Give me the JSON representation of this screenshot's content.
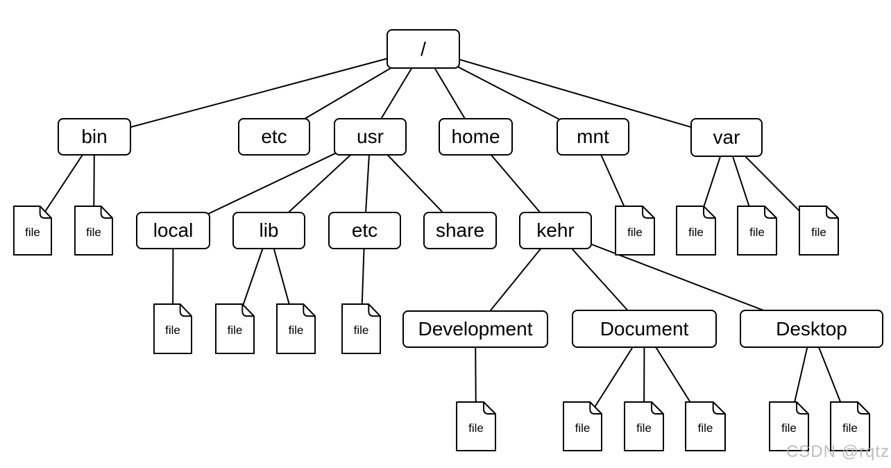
{
  "diagram": {
    "type": "tree",
    "subject": "filesystem-hierarchy",
    "root_label": "/",
    "file_label": "file",
    "watermark": "CSDN @rqtz",
    "colors": {
      "stroke": "#000000",
      "fill": "#ffffff",
      "watermark": "#b2b2b2"
    },
    "nodes": [
      {
        "id": "root",
        "label": "/",
        "kind": "dir",
        "parent": null
      },
      {
        "id": "bin",
        "label": "bin",
        "kind": "dir",
        "parent": "root"
      },
      {
        "id": "etc",
        "label": "etc",
        "kind": "dir",
        "parent": "root"
      },
      {
        "id": "usr",
        "label": "usr",
        "kind": "dir",
        "parent": "root"
      },
      {
        "id": "home",
        "label": "home",
        "kind": "dir",
        "parent": "root"
      },
      {
        "id": "mnt",
        "label": "mnt",
        "kind": "dir",
        "parent": "root"
      },
      {
        "id": "var",
        "label": "var",
        "kind": "dir",
        "parent": "root"
      },
      {
        "id": "bin_f1",
        "label": "file",
        "kind": "file",
        "parent": "bin"
      },
      {
        "id": "bin_f2",
        "label": "file",
        "kind": "file",
        "parent": "bin"
      },
      {
        "id": "local",
        "label": "local",
        "kind": "dir",
        "parent": "usr"
      },
      {
        "id": "lib",
        "label": "lib",
        "kind": "dir",
        "parent": "usr"
      },
      {
        "id": "usr_etc",
        "label": "etc",
        "kind": "dir",
        "parent": "usr"
      },
      {
        "id": "share",
        "label": "share",
        "kind": "dir",
        "parent": "usr"
      },
      {
        "id": "kehr",
        "label": "kehr",
        "kind": "dir",
        "parent": "home"
      },
      {
        "id": "mnt_f1",
        "label": "file",
        "kind": "file",
        "parent": "mnt"
      },
      {
        "id": "var_f1",
        "label": "file",
        "kind": "file",
        "parent": "var"
      },
      {
        "id": "var_f2",
        "label": "file",
        "kind": "file",
        "parent": "var"
      },
      {
        "id": "var_f3",
        "label": "file",
        "kind": "file",
        "parent": "var"
      },
      {
        "id": "local_f1",
        "label": "file",
        "kind": "file",
        "parent": "local"
      },
      {
        "id": "lib_f1",
        "label": "file",
        "kind": "file",
        "parent": "lib"
      },
      {
        "id": "lib_f2",
        "label": "file",
        "kind": "file",
        "parent": "lib"
      },
      {
        "id": "usr_etc_f1",
        "label": "file",
        "kind": "file",
        "parent": "usr_etc"
      },
      {
        "id": "development",
        "label": "Development",
        "kind": "dir",
        "parent": "kehr"
      },
      {
        "id": "document",
        "label": "Document",
        "kind": "dir",
        "parent": "kehr"
      },
      {
        "id": "desktop",
        "label": "Desktop",
        "kind": "dir",
        "parent": "kehr"
      },
      {
        "id": "dev_f1",
        "label": "file",
        "kind": "file",
        "parent": "development"
      },
      {
        "id": "doc_f1",
        "label": "file",
        "kind": "file",
        "parent": "document"
      },
      {
        "id": "doc_f2",
        "label": "file",
        "kind": "file",
        "parent": "document"
      },
      {
        "id": "doc_f3",
        "label": "file",
        "kind": "file",
        "parent": "document"
      },
      {
        "id": "desk_f1",
        "label": "file",
        "kind": "file",
        "parent": "desktop"
      },
      {
        "id": "desk_f2",
        "label": "file",
        "kind": "file",
        "parent": "desktop"
      }
    ],
    "tree": {
      "/": {
        "bin": [
          "file",
          "file"
        ],
        "etc": [],
        "usr": {
          "local": [
            "file"
          ],
          "lib": [
            "file",
            "file"
          ],
          "etc": [
            "file"
          ],
          "share": []
        },
        "home": {
          "kehr": {
            "Development": [
              "file"
            ],
            "Document": [
              "file",
              "file",
              "file"
            ],
            "Desktop": [
              "file",
              "file"
            ]
          }
        },
        "mnt": [
          "file"
        ],
        "var": [
          "file",
          "file",
          "file"
        ]
      }
    }
  }
}
